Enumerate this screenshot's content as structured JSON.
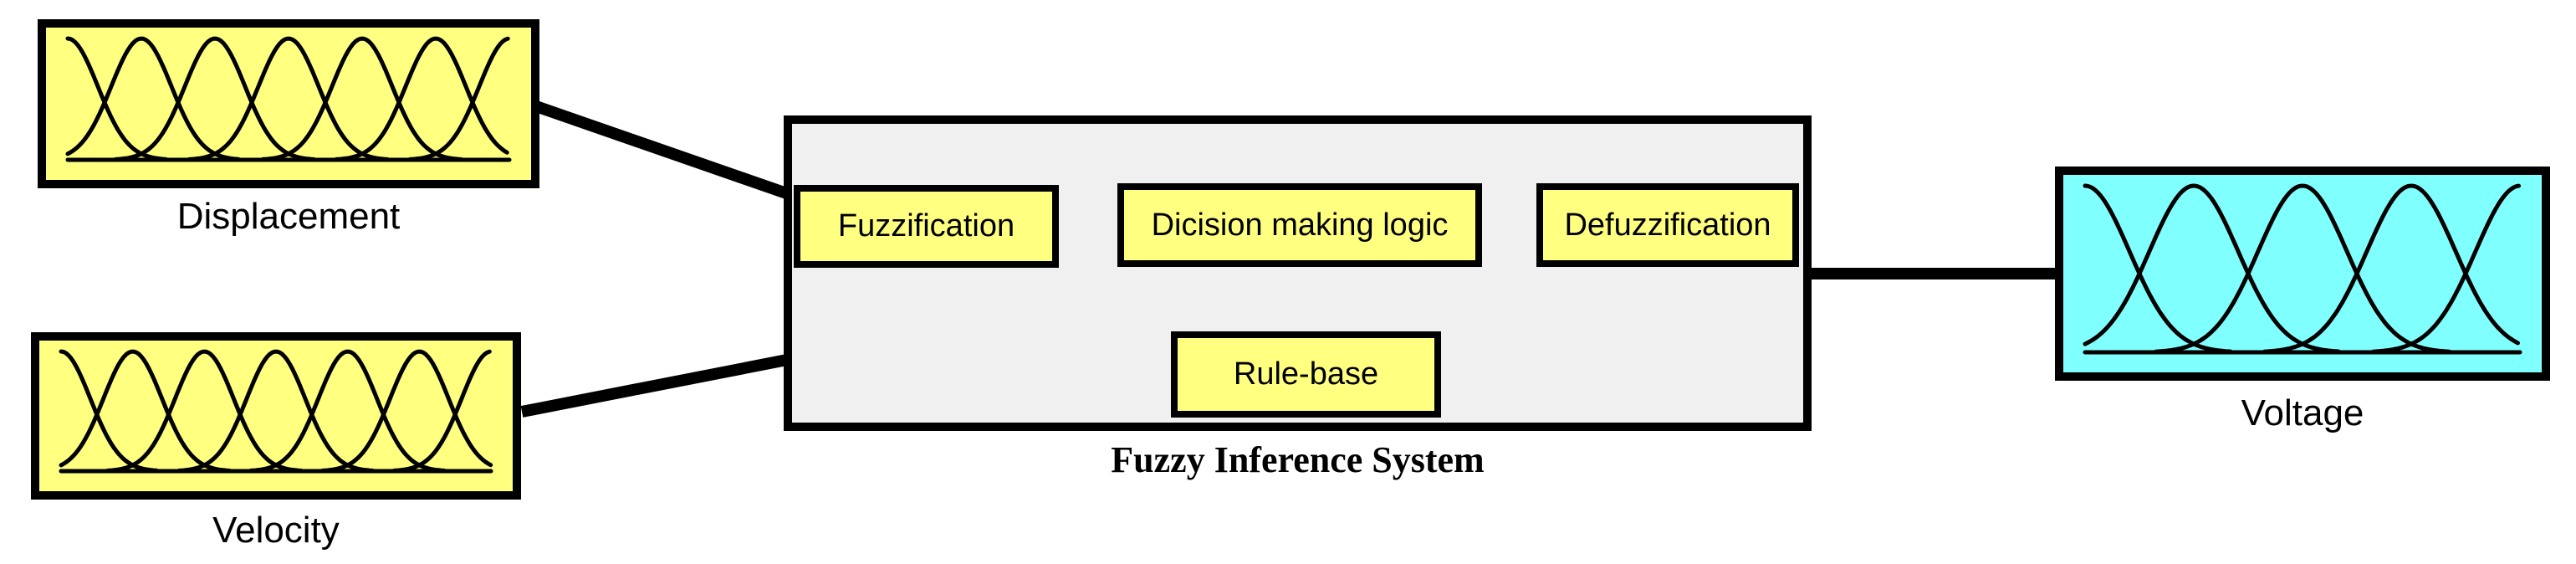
{
  "diagram": {
    "inputs": [
      {
        "label": "Displacement",
        "membership_count": 7
      },
      {
        "label": "Velocity",
        "membership_count": 7
      }
    ],
    "system": {
      "caption": "Fuzzy Inference System",
      "blocks": {
        "fuzzification": "Fuzzification",
        "decision": "Dicision making logic",
        "defuzzification": "Defuzzification",
        "rulebase": "Rule-base"
      }
    },
    "output": {
      "label": "Voltage",
      "membership_count": 5
    },
    "colors": {
      "input_fill": "#FFFF80",
      "block_fill": "#FFFF80",
      "output_fill": "#80FFFF",
      "system_fill": "#F0F0F0",
      "line": "#000000"
    }
  }
}
